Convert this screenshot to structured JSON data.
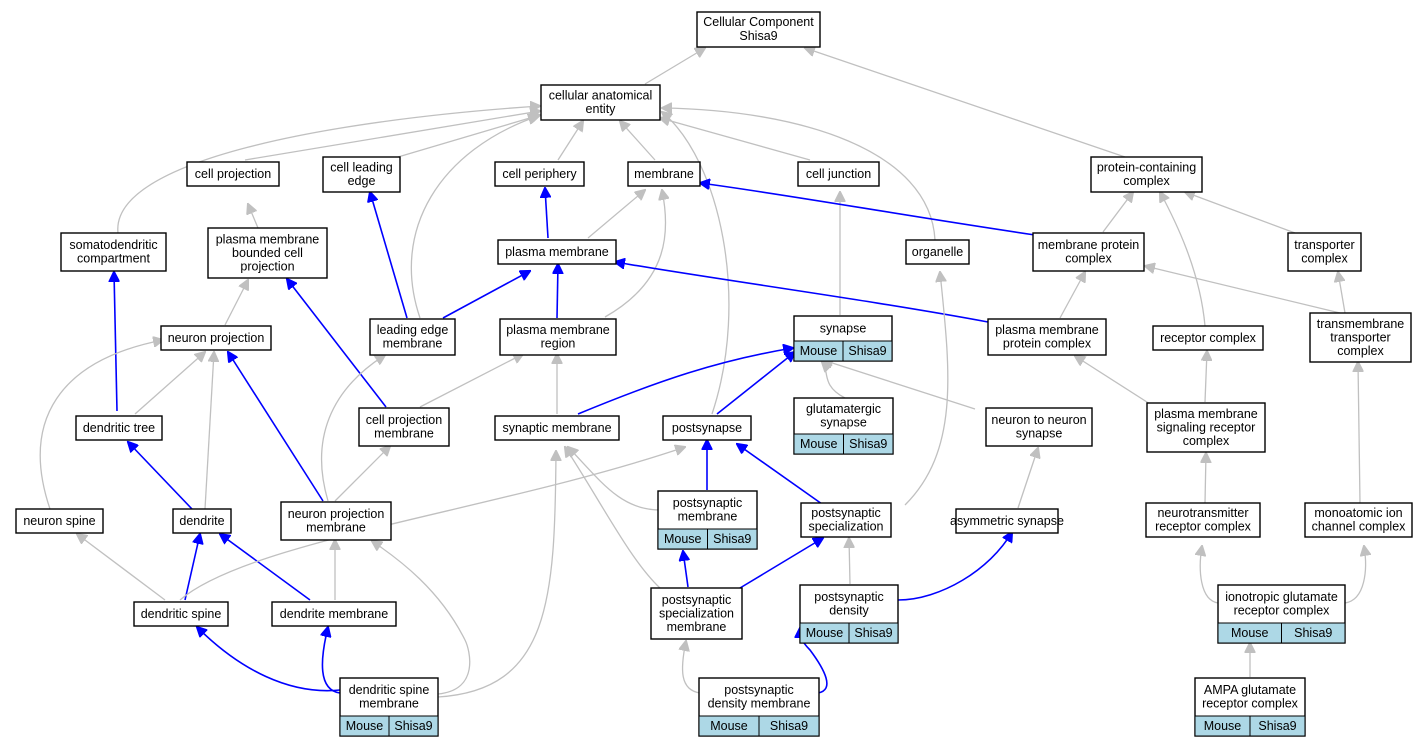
{
  "graph": {
    "root": {
      "line1": "Cellular Component",
      "line2": "Shisa9"
    },
    "nodes": {
      "cellular_anatomical_entity": {
        "lines": [
          "cellular anatomical",
          "entity"
        ]
      },
      "protein_containing_complex": {
        "lines": [
          "protein-containing",
          "complex"
        ]
      },
      "cell_projection": {
        "lines": [
          "cell projection"
        ]
      },
      "cell_leading_edge": {
        "lines": [
          "cell leading",
          "edge"
        ]
      },
      "cell_periphery": {
        "lines": [
          "cell periphery"
        ]
      },
      "membrane": {
        "lines": [
          "membrane"
        ]
      },
      "cell_junction": {
        "lines": [
          "cell junction"
        ]
      },
      "somatodendritic_compartment": {
        "lines": [
          "somatodendritic",
          "compartment"
        ]
      },
      "plasma_membrane_bounded_cell_projection": {
        "lines": [
          "plasma membrane",
          "bounded cell",
          "projection"
        ]
      },
      "plasma_membrane": {
        "lines": [
          "plasma membrane"
        ]
      },
      "organelle": {
        "lines": [
          "organelle"
        ]
      },
      "membrane_protein_complex": {
        "lines": [
          "membrane protein",
          "complex"
        ]
      },
      "transporter_complex": {
        "lines": [
          "transporter",
          "complex"
        ]
      },
      "neuron_projection": {
        "lines": [
          "neuron projection"
        ]
      },
      "leading_edge_membrane": {
        "lines": [
          "leading edge",
          "membrane"
        ]
      },
      "plasma_membrane_region": {
        "lines": [
          "plasma membrane",
          "region"
        ]
      },
      "synapse": {
        "lines": [
          "synapse"
        ],
        "tags": [
          "Mouse",
          "Shisa9"
        ]
      },
      "plasma_membrane_protein_complex": {
        "lines": [
          "plasma membrane",
          "protein complex"
        ]
      },
      "receptor_complex": {
        "lines": [
          "receptor complex"
        ]
      },
      "transmembrane_transporter_complex": {
        "lines": [
          "transmembrane",
          "transporter",
          "complex"
        ]
      },
      "dendritic_tree": {
        "lines": [
          "dendritic tree"
        ]
      },
      "cell_projection_membrane": {
        "lines": [
          "cell projection",
          "membrane"
        ]
      },
      "synaptic_membrane": {
        "lines": [
          "synaptic membrane"
        ]
      },
      "postsynapse": {
        "lines": [
          "postsynapse"
        ]
      },
      "glutamatergic_synapse": {
        "lines": [
          "glutamatergic",
          "synapse"
        ],
        "tags": [
          "Mouse",
          "Shisa9"
        ]
      },
      "neuron_to_neuron_synapse": {
        "lines": [
          "neuron to neuron",
          "synapse"
        ]
      },
      "plasma_membrane_signaling_receptor_complex": {
        "lines": [
          "plasma membrane",
          "signaling receptor",
          "complex"
        ]
      },
      "neuron_spine": {
        "lines": [
          "neuron spine"
        ]
      },
      "dendrite": {
        "lines": [
          "dendrite"
        ]
      },
      "neuron_projection_membrane": {
        "lines": [
          "neuron projection",
          "membrane"
        ]
      },
      "postsynaptic_membrane": {
        "lines": [
          "postsynaptic",
          "membrane"
        ],
        "tags": [
          "Mouse",
          "Shisa9"
        ]
      },
      "postsynaptic_specialization": {
        "lines": [
          "postsynaptic",
          "specialization"
        ]
      },
      "asymmetric_synapse": {
        "lines": [
          "asymmetric synapse"
        ]
      },
      "neurotransmitter_receptor_complex": {
        "lines": [
          "neurotransmitter",
          "receptor complex"
        ]
      },
      "monoatomic_ion_channel_complex": {
        "lines": [
          "monoatomic ion",
          "channel complex"
        ]
      },
      "dendritic_spine": {
        "lines": [
          "dendritic spine"
        ]
      },
      "dendrite_membrane": {
        "lines": [
          "dendrite membrane"
        ]
      },
      "postsynaptic_specialization_membrane": {
        "lines": [
          "postsynaptic",
          "specialization",
          "membrane"
        ]
      },
      "postsynaptic_density": {
        "lines": [
          "postsynaptic",
          "density"
        ],
        "tags": [
          "Mouse",
          "Shisa9"
        ]
      },
      "ionotropic_glutamate_receptor_complex": {
        "lines": [
          "ionotropic glutamate",
          "receptor complex"
        ],
        "tags": [
          "Mouse",
          "Shisa9"
        ]
      },
      "dendritic_spine_membrane": {
        "lines": [
          "dendritic spine",
          "membrane"
        ],
        "tags": [
          "Mouse",
          "Shisa9"
        ]
      },
      "postsynaptic_density_membrane": {
        "lines": [
          "postsynaptic",
          "density membrane"
        ],
        "tags": [
          "Mouse",
          "Shisa9"
        ]
      },
      "ampa_glutamate_receptor_complex": {
        "lines": [
          "AMPA glutamate",
          "receptor complex"
        ],
        "tags": [
          "Mouse",
          "Shisa9"
        ]
      }
    },
    "colors": {
      "is_a_edge": "#c0c0c0",
      "part_of_edge": "#0000ff",
      "annotation_tag": "#add8e6"
    }
  }
}
